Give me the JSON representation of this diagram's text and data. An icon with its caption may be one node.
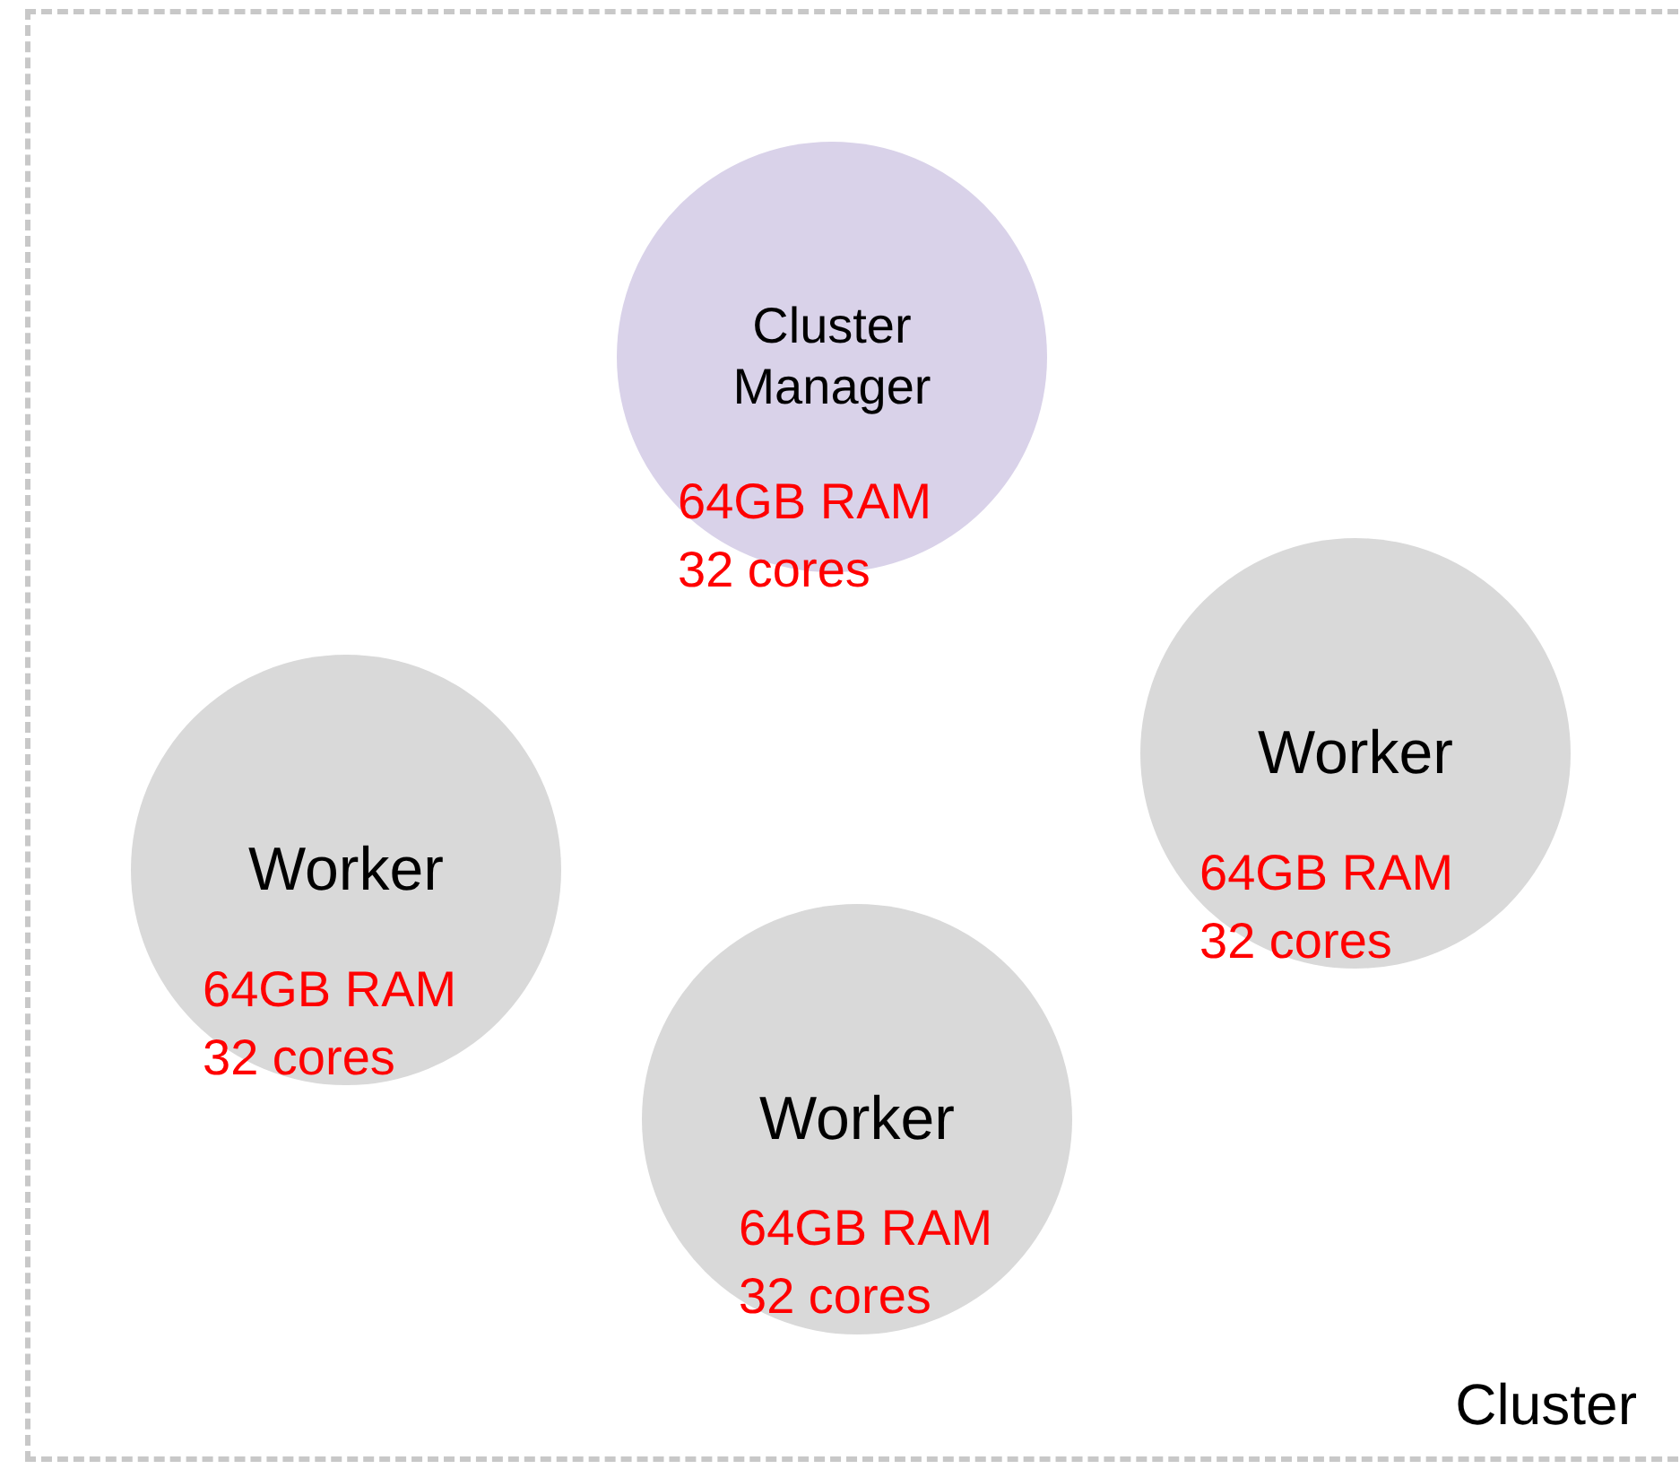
{
  "diagram": {
    "nodes": [
      {
        "text": [
          "Cluster"
        ]
      },
      {
        "text": [
          "Cluster Manager",
          "64GB RAM 32 cores"
        ],
        "in": 0
      },
      {
        "text": [
          "Worker",
          "64GB RAM 32 cores"
        ],
        "in": 0
      },
      {
        "text": [
          "Worker",
          "64GB RAM 32 cores"
        ],
        "in": 0
      },
      {
        "text": [
          "Worker",
          "64GB RAM 32 cores"
        ],
        "in": 0
      }
    ]
  }
}
